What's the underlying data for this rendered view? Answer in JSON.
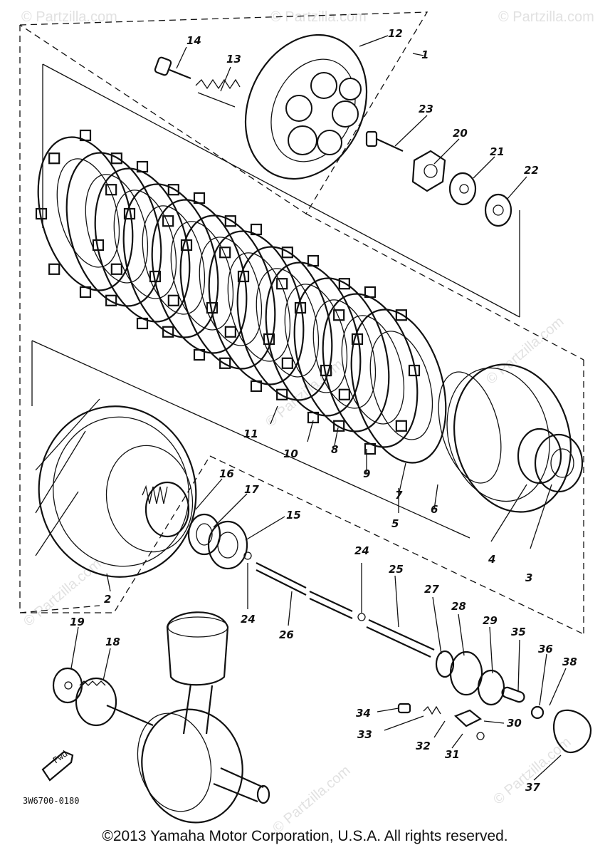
{
  "diagram": {
    "drawing_number": "3W6700-0180",
    "copyright": "©2013 Yamaha Motor Corporation, U.S.A. All rights reserved.",
    "watermark": "© Partzilla.com",
    "front_arrow_icon": "front-direction-arrow-icon",
    "callouts": [
      "1",
      "2",
      "3",
      "4",
      "5",
      "6",
      "7",
      "8",
      "9",
      "10",
      "11",
      "12",
      "13",
      "14",
      "15",
      "16",
      "17",
      "18",
      "19",
      "20",
      "21",
      "22",
      "23",
      "24",
      "24",
      "25",
      "26",
      "27",
      "28",
      "29",
      "30",
      "31",
      "32",
      "33",
      "34",
      "35",
      "36",
      "37",
      "38"
    ]
  }
}
